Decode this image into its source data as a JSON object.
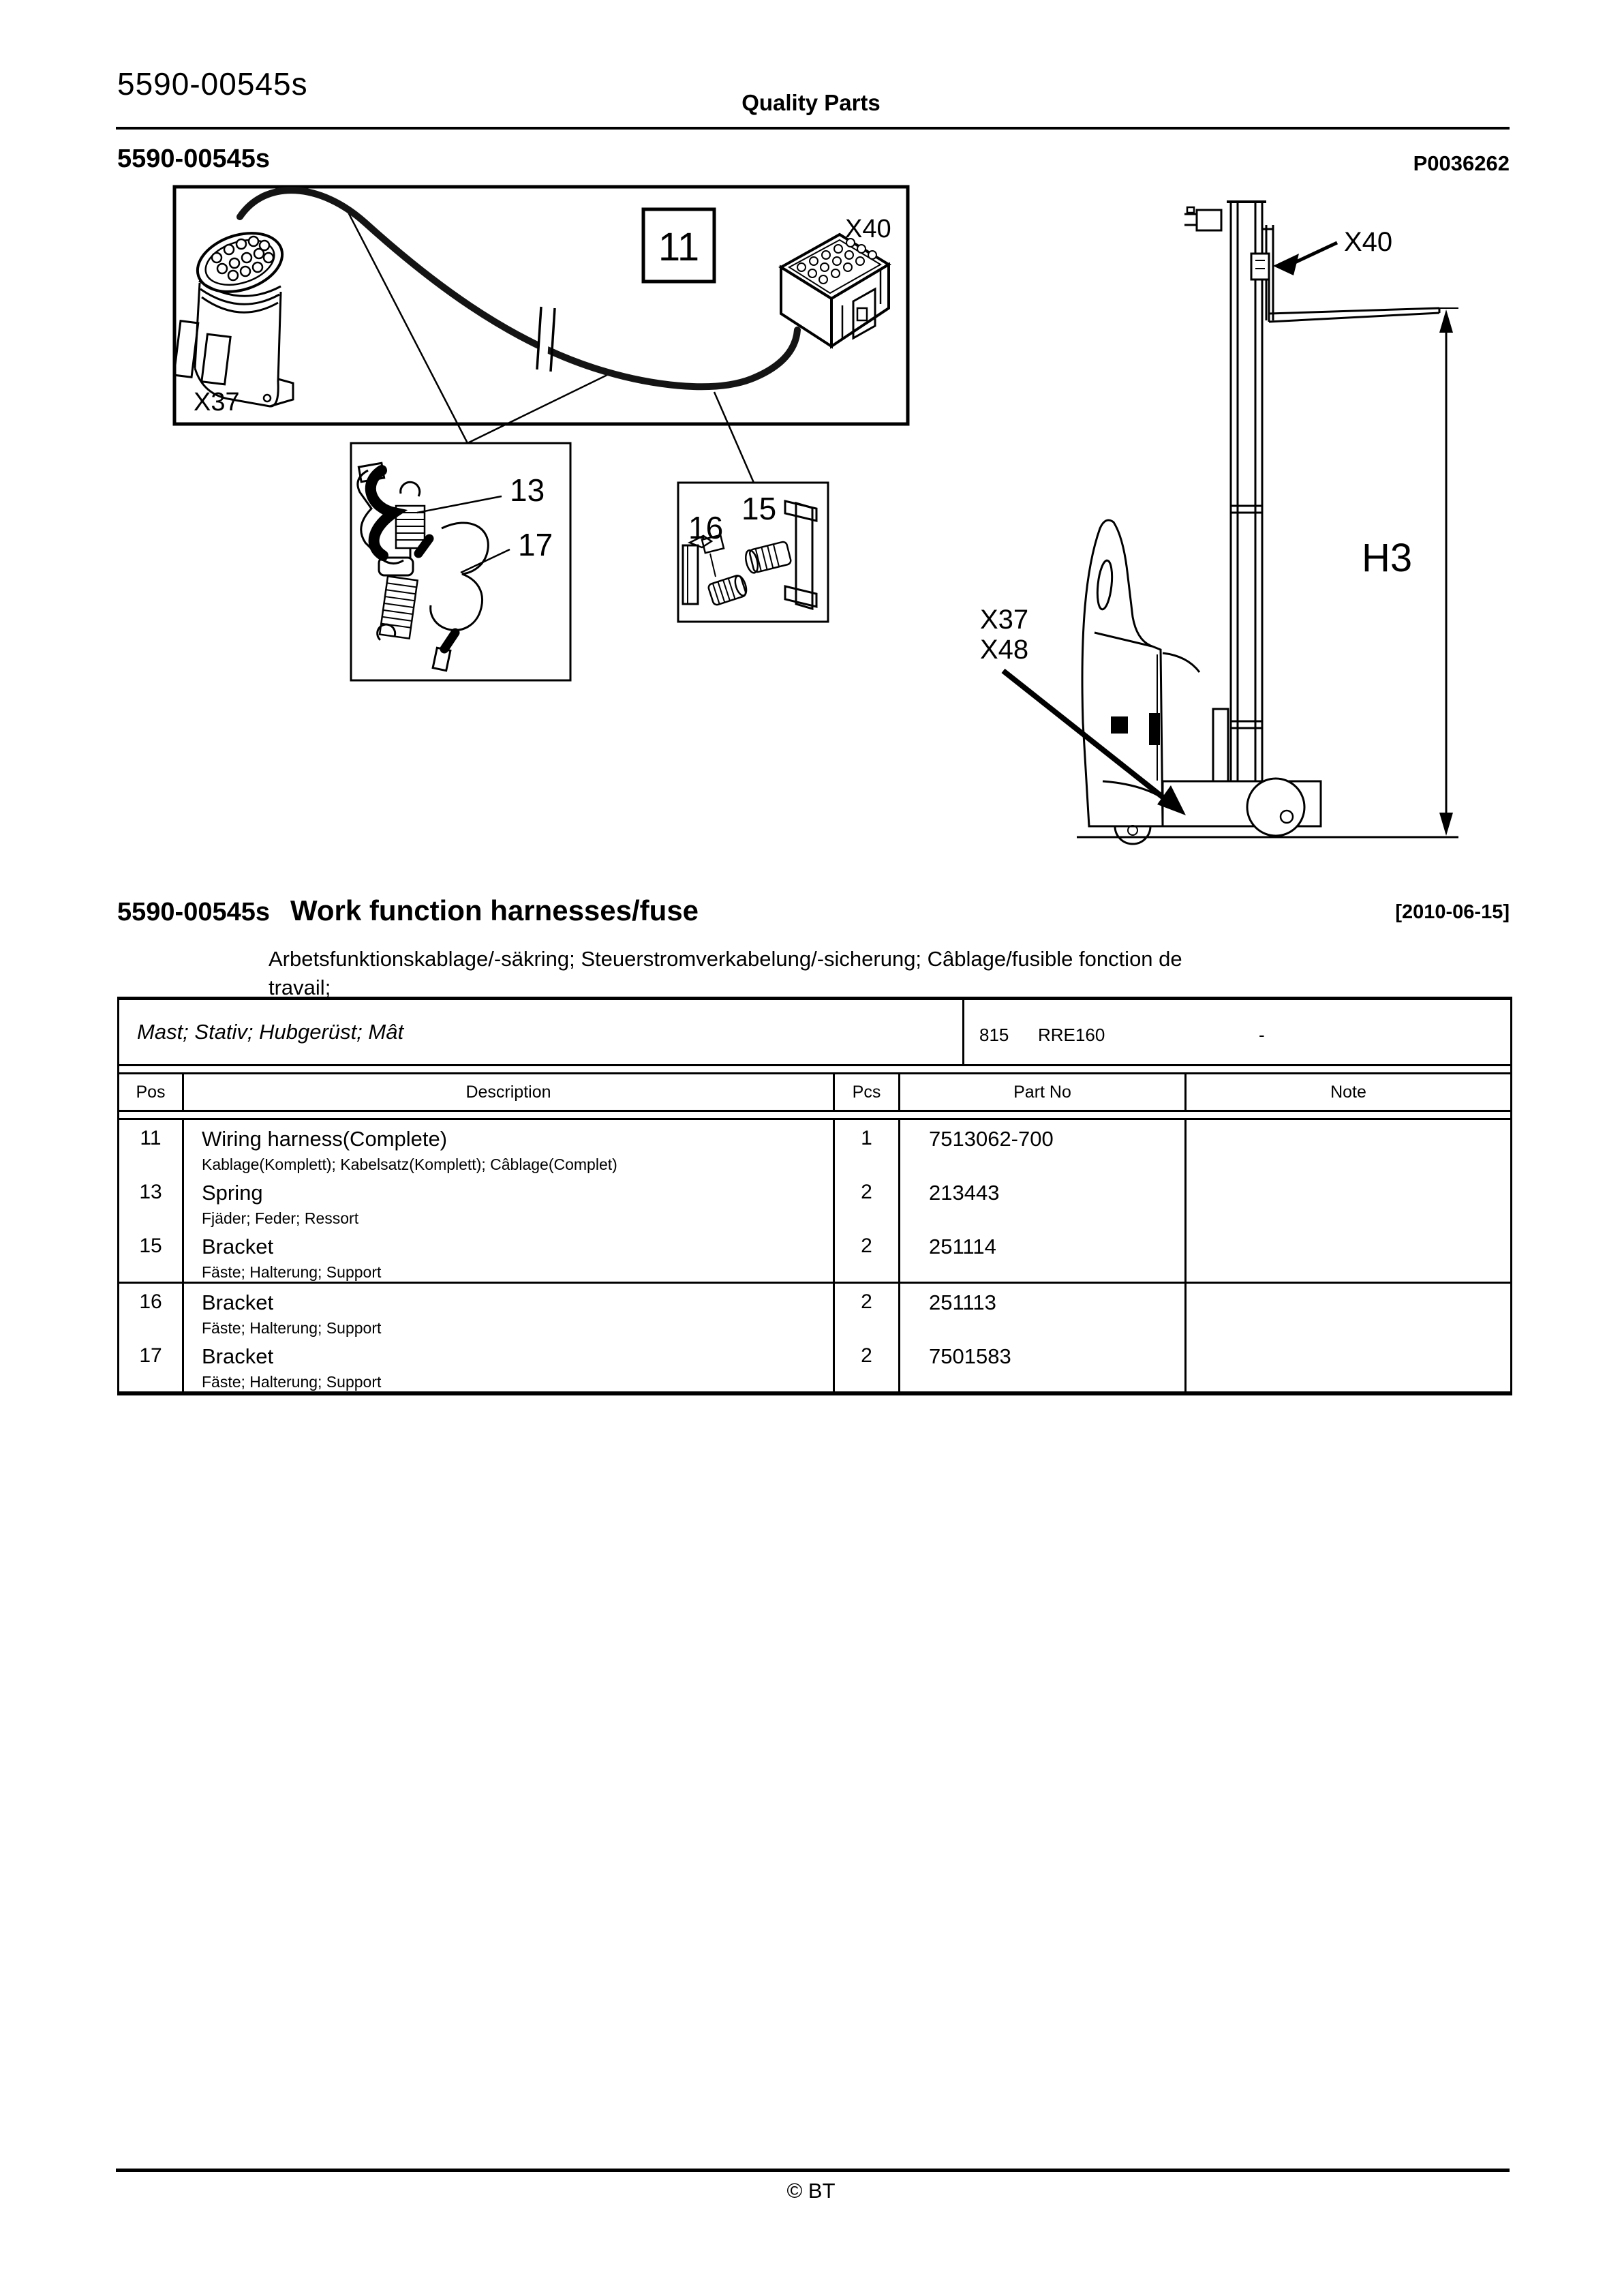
{
  "header": {
    "doc_number_light": "5590-00545s",
    "quality_parts": "Quality Parts",
    "doc_number_bold": "5590-00545s",
    "plate_ref": "P0036262"
  },
  "figure": {
    "main_item_label": "11",
    "connector_x37": "X37",
    "connector_x40": "X40",
    "detail_label_13": "13",
    "detail_label_17": "17",
    "detail_label_16": "16",
    "detail_label_15": "15",
    "truck_connector_x40": "X40",
    "truck_connector_x37": "X37",
    "truck_connector_x48": "X48",
    "dimension_h3": "H3"
  },
  "section": {
    "number": "5590-00545s",
    "title": "Work function harnesses/fuse",
    "date_tag": "[2010-06-15]",
    "subtitle_line1": "Arbetsfunktionskablage/-säkring; Steuerstromverkabelung/-sicherung; Câblage/fusible fonction de",
    "subtitle_line2": "travail;"
  },
  "table": {
    "group_header": {
      "assembly": "Mast; Stativ; Hubgerüst; Mât",
      "code": "815",
      "model": "RRE160",
      "serial_range": "-"
    },
    "columns": {
      "pos": "Pos",
      "description": "Description",
      "pcs": "Pcs",
      "part_no": "Part No",
      "note": "Note"
    },
    "rows": [
      {
        "pos": "11",
        "description": "Wiring harness(Complete)",
        "description_alt": "Kablage(Komplett); Kabelsatz(Komplett); Câblage(Complet)",
        "pcs": "1",
        "part_no": "7513062-700",
        "note": ""
      },
      {
        "pos": "13",
        "description": "Spring",
        "description_alt": "Fjäder; Feder; Ressort",
        "pcs": "2",
        "part_no": "213443",
        "note": ""
      },
      {
        "pos": "15",
        "description": "Bracket",
        "description_alt": "Fäste; Halterung; Support",
        "pcs": "2",
        "part_no": "251114",
        "note": ""
      },
      {
        "pos": "16",
        "description": "Bracket",
        "description_alt": "Fäste; Halterung; Support",
        "pcs": "2",
        "part_no": "251113",
        "note": ""
      },
      {
        "pos": "17",
        "description": "Bracket",
        "description_alt": "Fäste; Halterung; Support",
        "pcs": "2",
        "part_no": "7501583",
        "note": ""
      }
    ]
  },
  "footer": {
    "copyright": "© BT"
  }
}
